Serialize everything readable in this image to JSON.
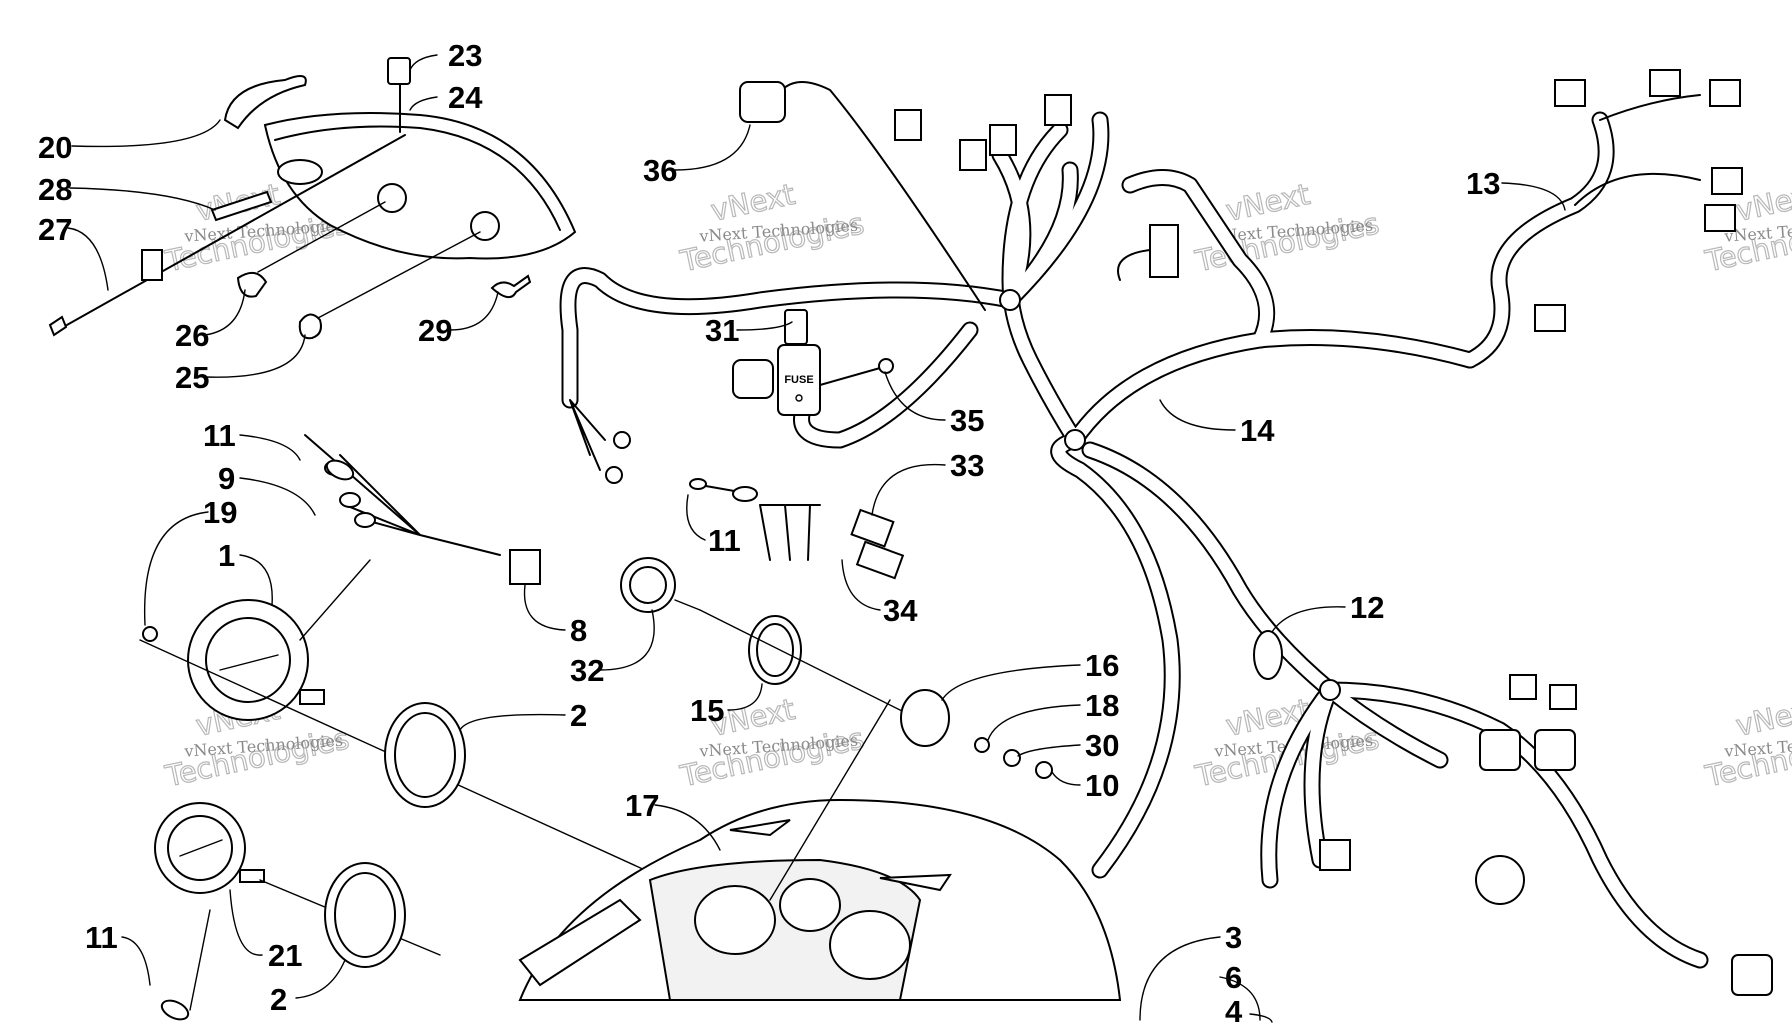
{
  "diagram": {
    "watermark_text": "vNext Technologies",
    "watermark_line1": "vNext",
    "watermark_line2": "Technologies",
    "fuse_text": "FUSE",
    "callouts": [
      {
        "id": "c20",
        "label": "20"
      },
      {
        "id": "c28",
        "label": "28"
      },
      {
        "id": "c27",
        "label": "27"
      },
      {
        "id": "c23",
        "label": "23"
      },
      {
        "id": "c24",
        "label": "24"
      },
      {
        "id": "c26",
        "label": "26"
      },
      {
        "id": "c25",
        "label": "25"
      },
      {
        "id": "c29",
        "label": "29"
      },
      {
        "id": "c36",
        "label": "36"
      },
      {
        "id": "c31",
        "label": "31"
      },
      {
        "id": "c35",
        "label": "35"
      },
      {
        "id": "c33",
        "label": "33"
      },
      {
        "id": "c11a",
        "label": "11"
      },
      {
        "id": "c34",
        "label": "34"
      },
      {
        "id": "c14",
        "label": "14"
      },
      {
        "id": "c13",
        "label": "13"
      },
      {
        "id": "c12",
        "label": "12"
      },
      {
        "id": "c11b",
        "label": "11"
      },
      {
        "id": "c9",
        "label": "9"
      },
      {
        "id": "c19",
        "label": "19"
      },
      {
        "id": "c1",
        "label": "1"
      },
      {
        "id": "c8",
        "label": "8"
      },
      {
        "id": "c32",
        "label": "32"
      },
      {
        "id": "c15",
        "label": "15"
      },
      {
        "id": "c2a",
        "label": "2"
      },
      {
        "id": "c16",
        "label": "16"
      },
      {
        "id": "c18",
        "label": "18"
      },
      {
        "id": "c30",
        "label": "30"
      },
      {
        "id": "c10",
        "label": "10"
      },
      {
        "id": "c17",
        "label": "17"
      },
      {
        "id": "c21",
        "label": "21"
      },
      {
        "id": "c11c",
        "label": "11"
      },
      {
        "id": "c2b",
        "label": "2"
      },
      {
        "id": "c3",
        "label": "3"
      },
      {
        "id": "c6",
        "label": "6"
      },
      {
        "id": "c4",
        "label": "4"
      }
    ]
  }
}
